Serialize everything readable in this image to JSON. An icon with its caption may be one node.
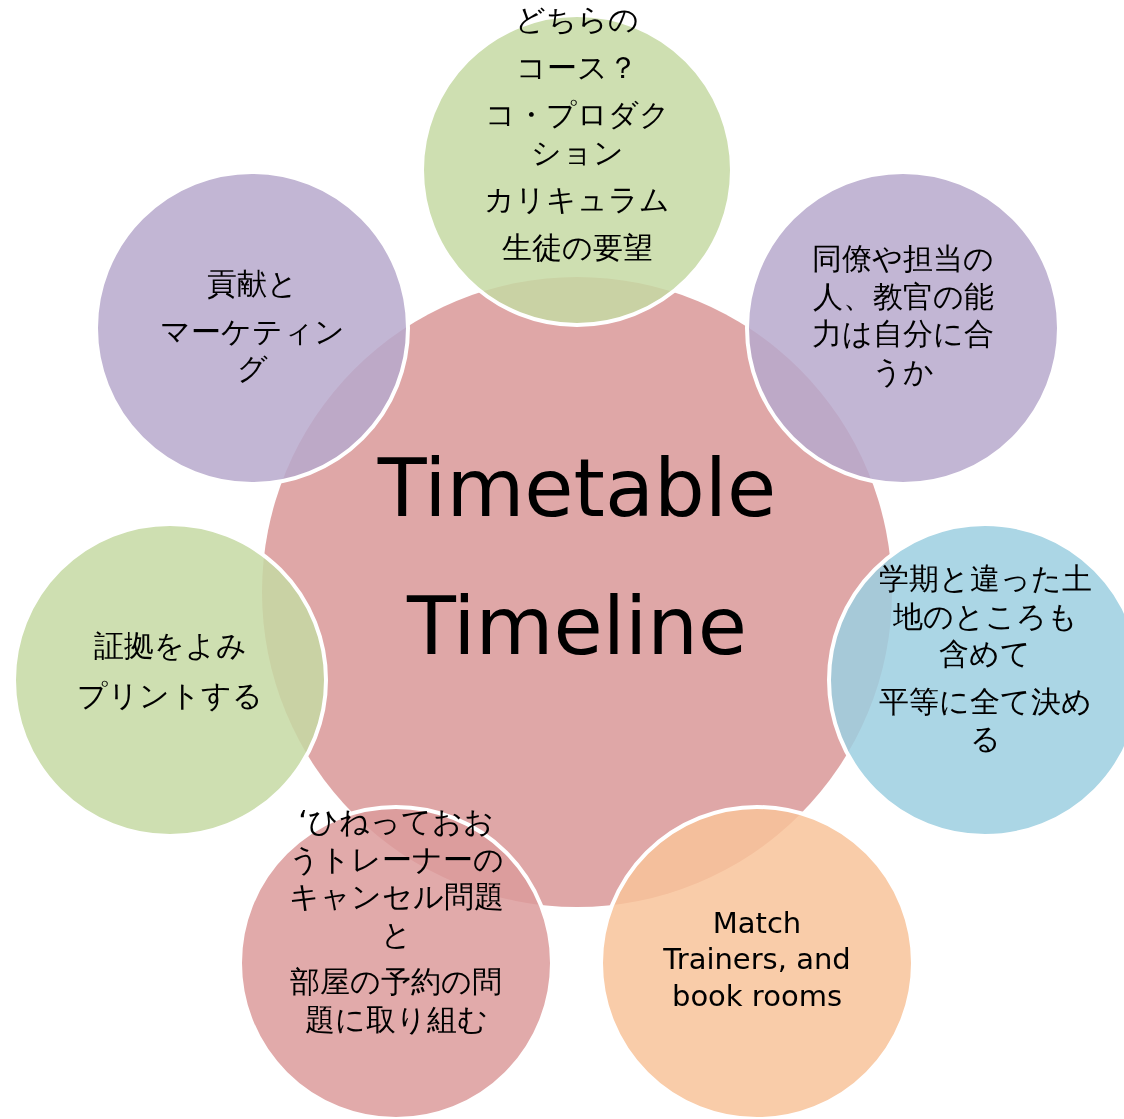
{
  "diagram": {
    "nodes": [
      {
        "text": [
          "Timetable",
          "Timeline"
        ]
      },
      {
        "text": [
          "どちらの",
          "コース？",
          "コ・プロダクション",
          "カリキュラム",
          "生徒の要望"
        ]
      },
      {
        "text": [
          "貢献と",
          "マーケティング"
        ]
      },
      {
        "text": [
          "同僚や担当の人、教官の能力は自分に合うか"
        ]
      },
      {
        "text": [
          "学期と違った土地のところも含めて",
          "平等に全て決める"
        ]
      },
      {
        "text": [
          "Match Trainers, and book rooms"
        ]
      },
      {
        "text": [
          "‘ひねっておおうトレーナーのキャンセル問題と",
          "部屋の予約の問題に取り組む"
        ]
      },
      {
        "text": [
          "証拠をよみ",
          "プリントする"
        ]
      }
    ]
  }
}
